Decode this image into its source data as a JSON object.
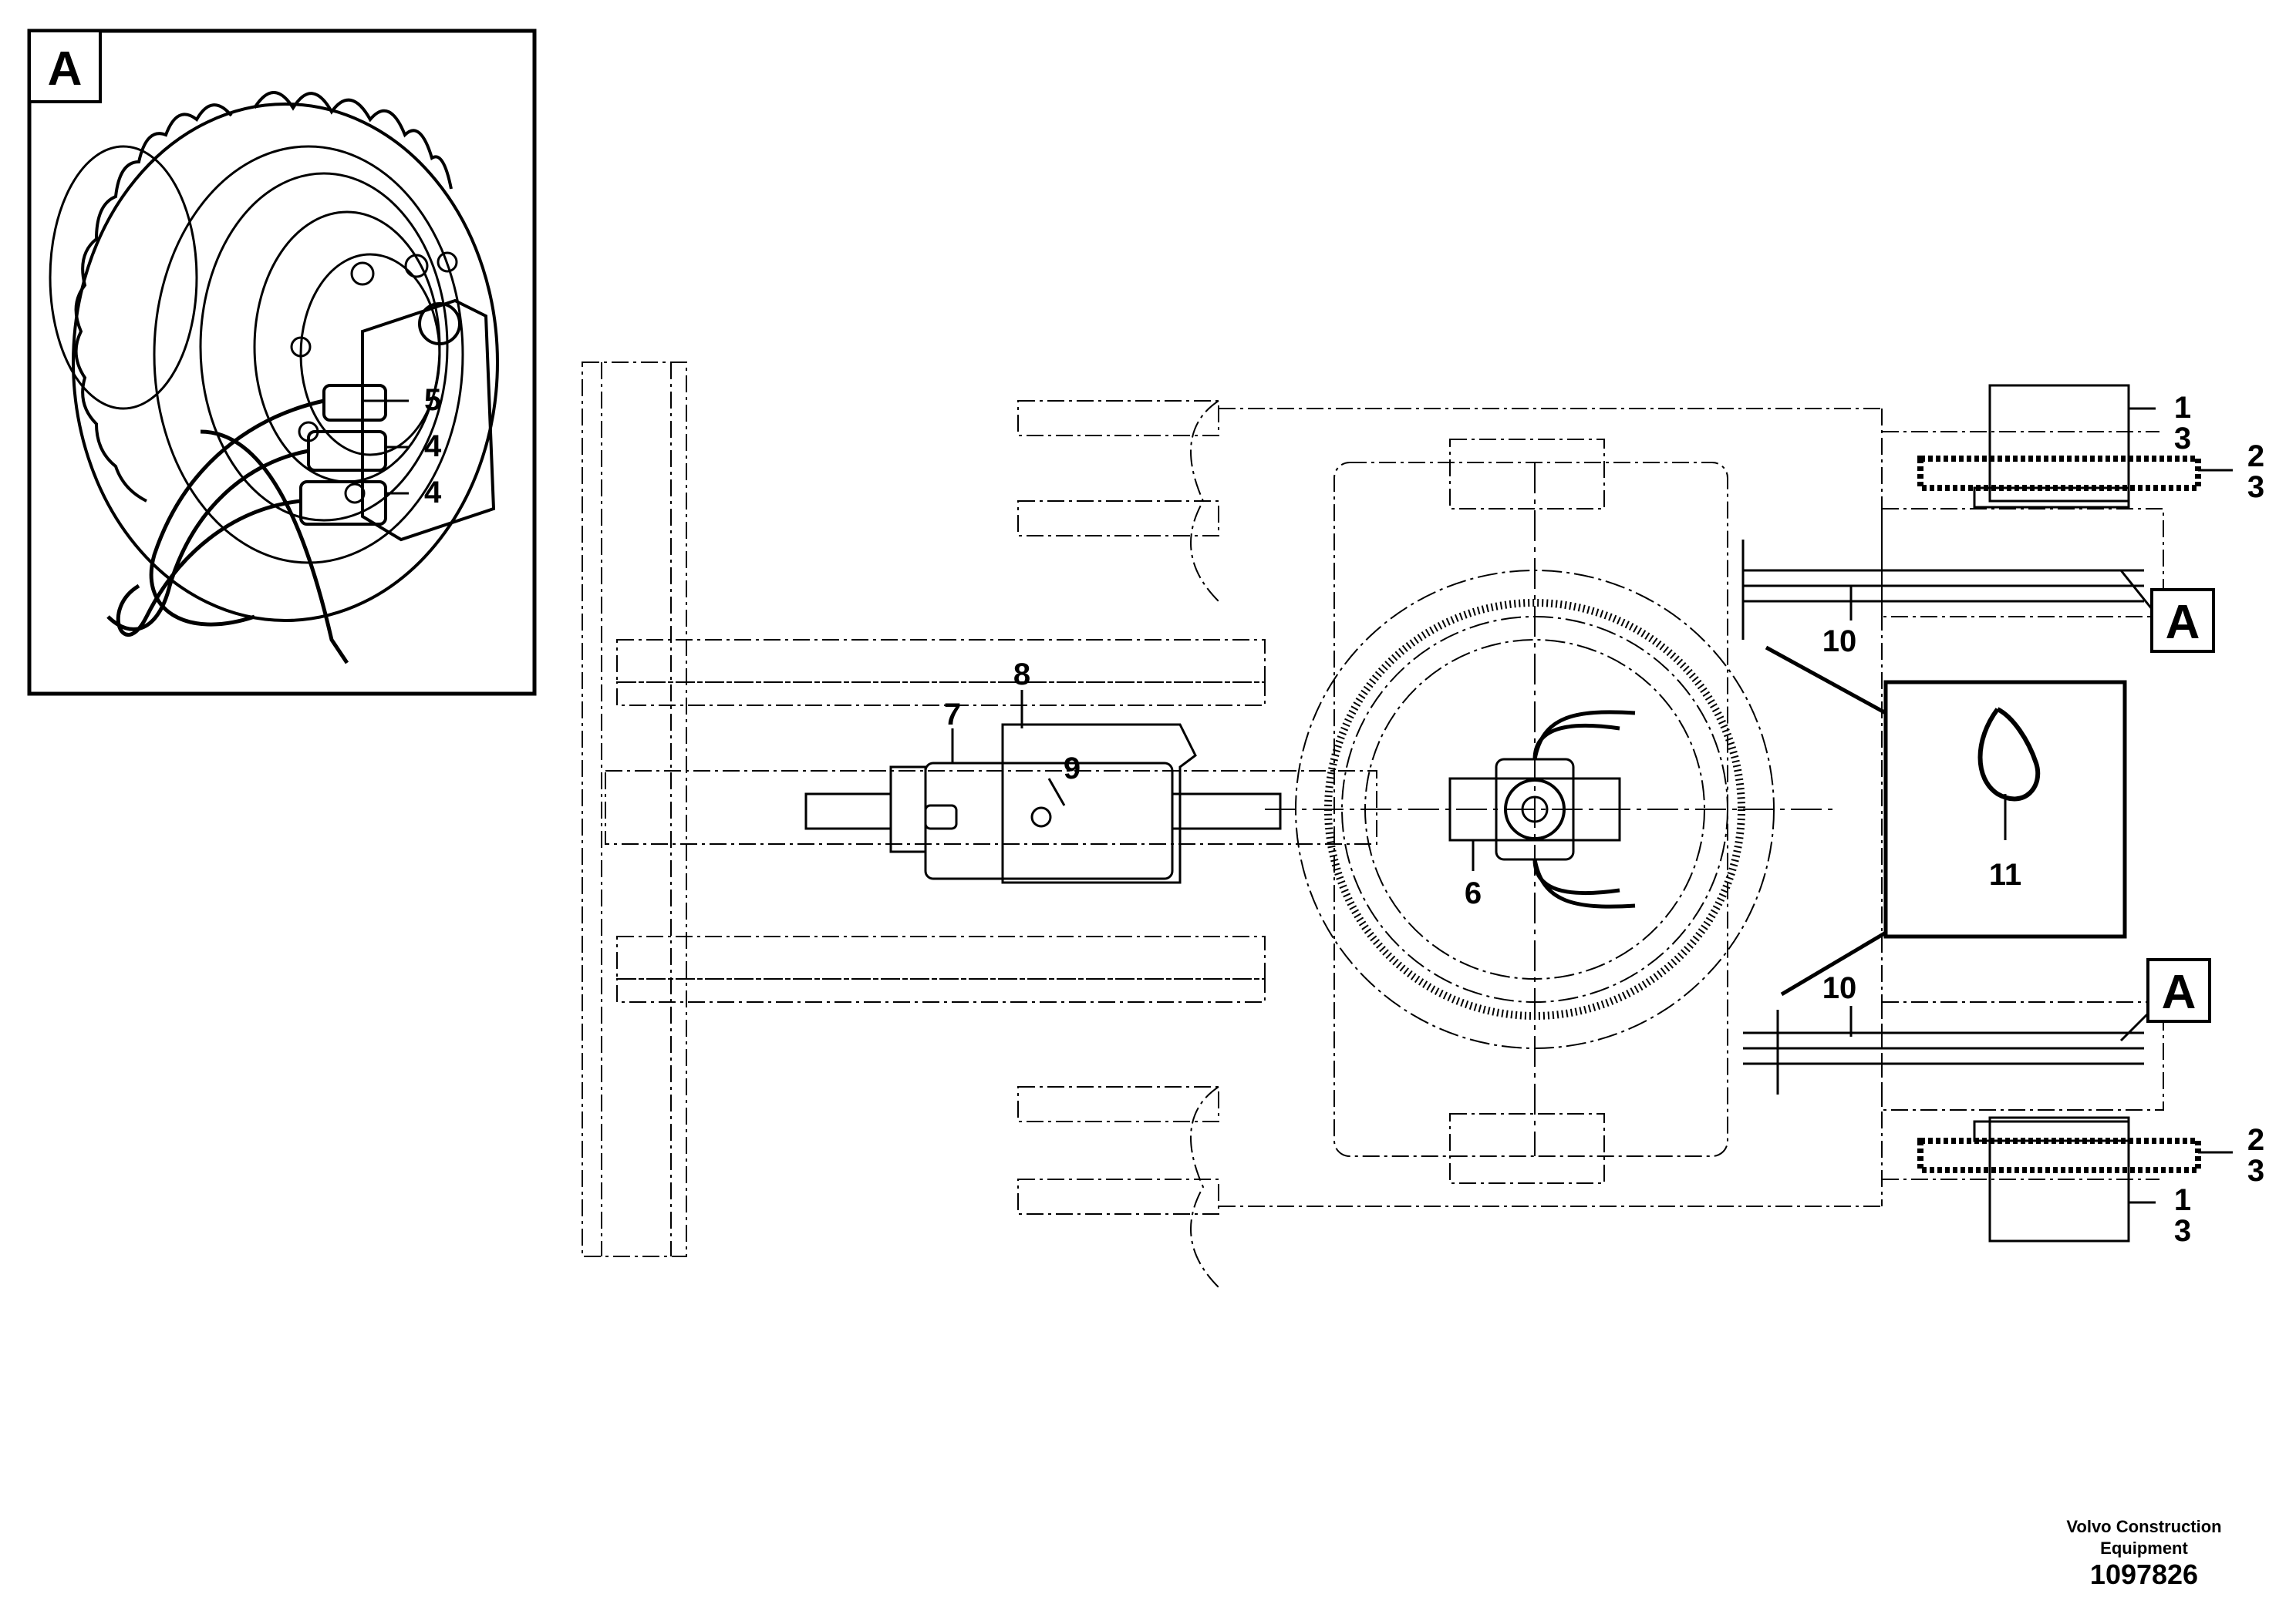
{
  "detail_a": {
    "tag": "A",
    "callouts": [
      "5",
      "4",
      "4"
    ]
  },
  "main_view": {
    "callouts": {
      "item1_top": "1",
      "item3_top_a": "3",
      "item2_top": "2",
      "item3_top_b": "3",
      "item2_bottom": "2",
      "item3_bottom_a": "3",
      "item1_bottom": "1",
      "item3_bottom_b": "3",
      "item6": "6",
      "item7": "7",
      "item8": "8",
      "item9": "9",
      "item10_top": "10",
      "item10_bottom": "10",
      "item11": "11"
    },
    "view_tag_top": "A",
    "view_tag_bottom": "A"
  },
  "credit": {
    "line1": "Volvo Construction",
    "line2": "Equipment",
    "drawing_number": "1097826"
  }
}
